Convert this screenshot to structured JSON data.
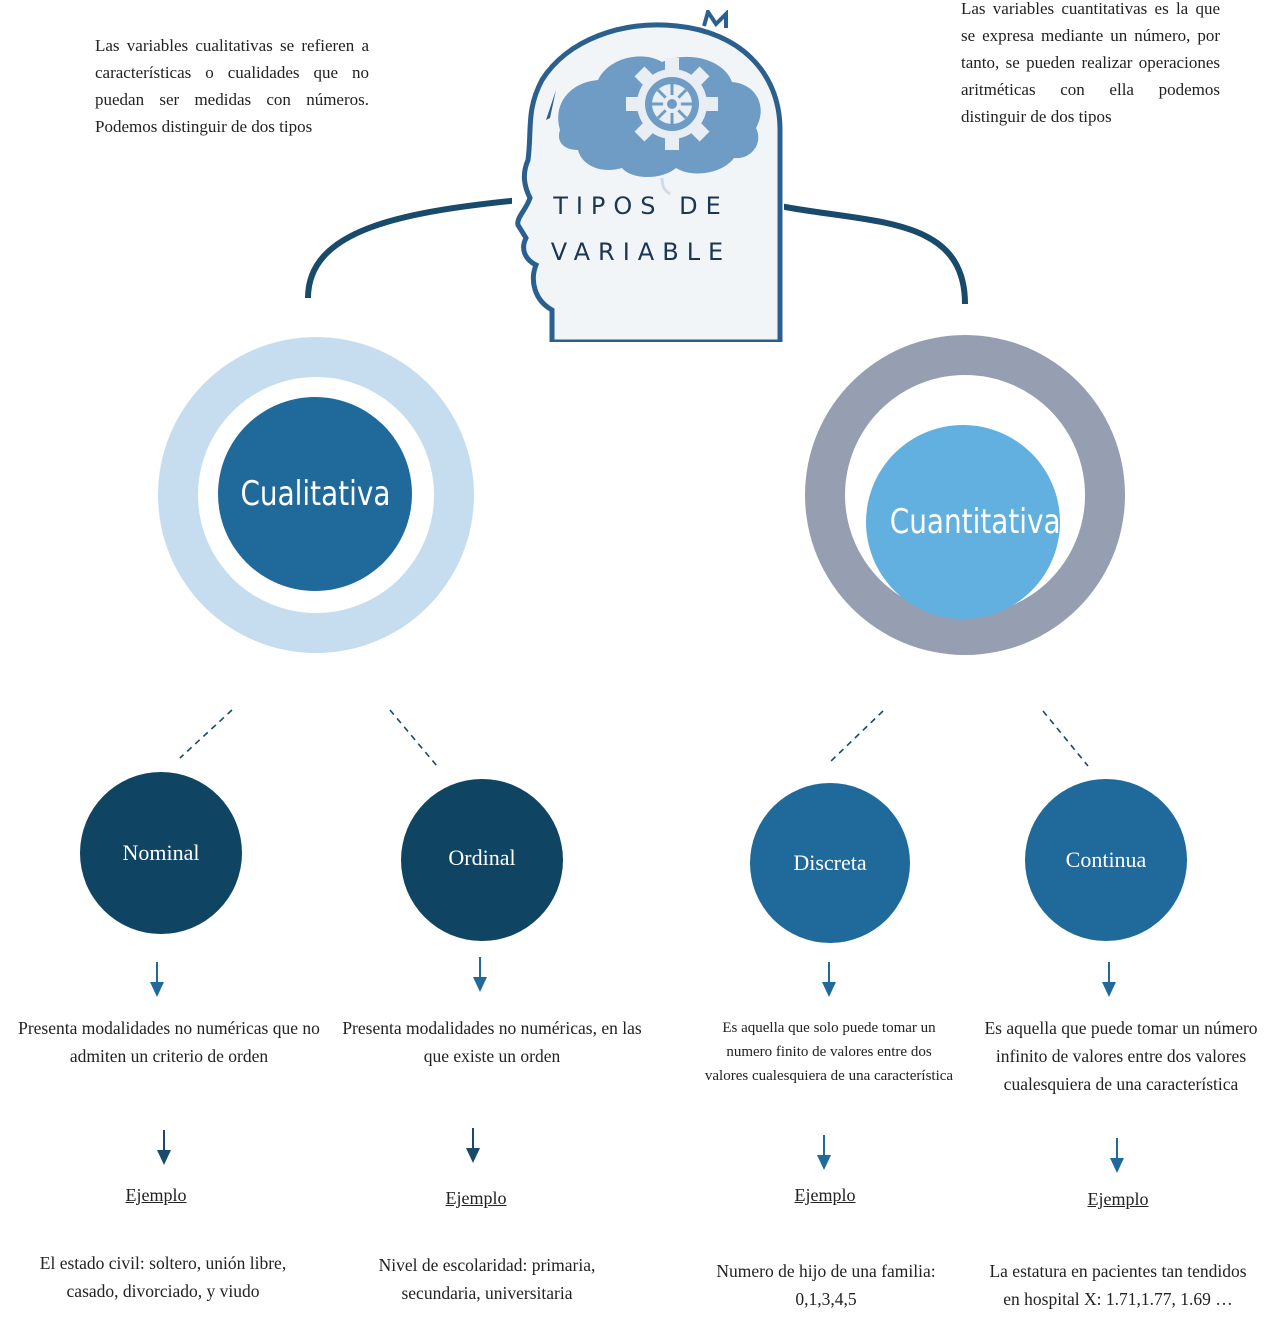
{
  "intro_left": "Las variables cualitativas se refieren a características o cualidades que no puedan ser medidas con números. Podemos distinguir de dos tipos",
  "intro_right": "Las variables cuantitativas es la que se expresa mediante un número, por tanto, se pueden realizar operaciones aritméticas con ella podemos distinguir de dos tipos",
  "title": {
    "line1": "TIPOS DE",
    "line2": "VARIABLE"
  },
  "branches": [
    {
      "label": "Cualitativa"
    },
    {
      "label": "Cuantitativa"
    }
  ],
  "types": [
    {
      "label": "Nominal",
      "description": "Presenta modalidades no numéricas que no admiten un criterio de orden",
      "example_heading": "Ejemplo",
      "example": "El estado civil: soltero, unión libre, casado, divorciado, y viudo"
    },
    {
      "label": "Ordinal",
      "description": "Presenta modalidades no numéricas, en las que existe un orden",
      "example_heading": "Ejemplo",
      "example": "Nivel de escolaridad: primaria, secundaria, universitaria"
    },
    {
      "label": "Discreta",
      "description": "Es aquella que solo puede tomar un numero finito de valores entre dos valores cualesquiera de una característica",
      "example_heading": "Ejemplo",
      "example": "Numero de hijo de una familia: 0,1,3,4,5"
    },
    {
      "label": "Continua",
      "description": "Es aquella que puede tomar un número infinito de valores entre dos valores cualesquiera de una característica",
      "example_heading": "Ejemplo",
      "example": "La estatura en pacientes tan tendidos en hospital X: 1.71,1.77, 1.69 …"
    }
  ],
  "colors": {
    "dark_navy": "#0f4563",
    "mid_blue": "#206a9b",
    "light_blue": "#62b0e0",
    "pale_ring": "#c6ddf0",
    "grey_ring": "#959fb1",
    "connector": "#184a6b"
  },
  "icons": {
    "head": "head-silhouette-icon",
    "gear": "gear-icon"
  }
}
